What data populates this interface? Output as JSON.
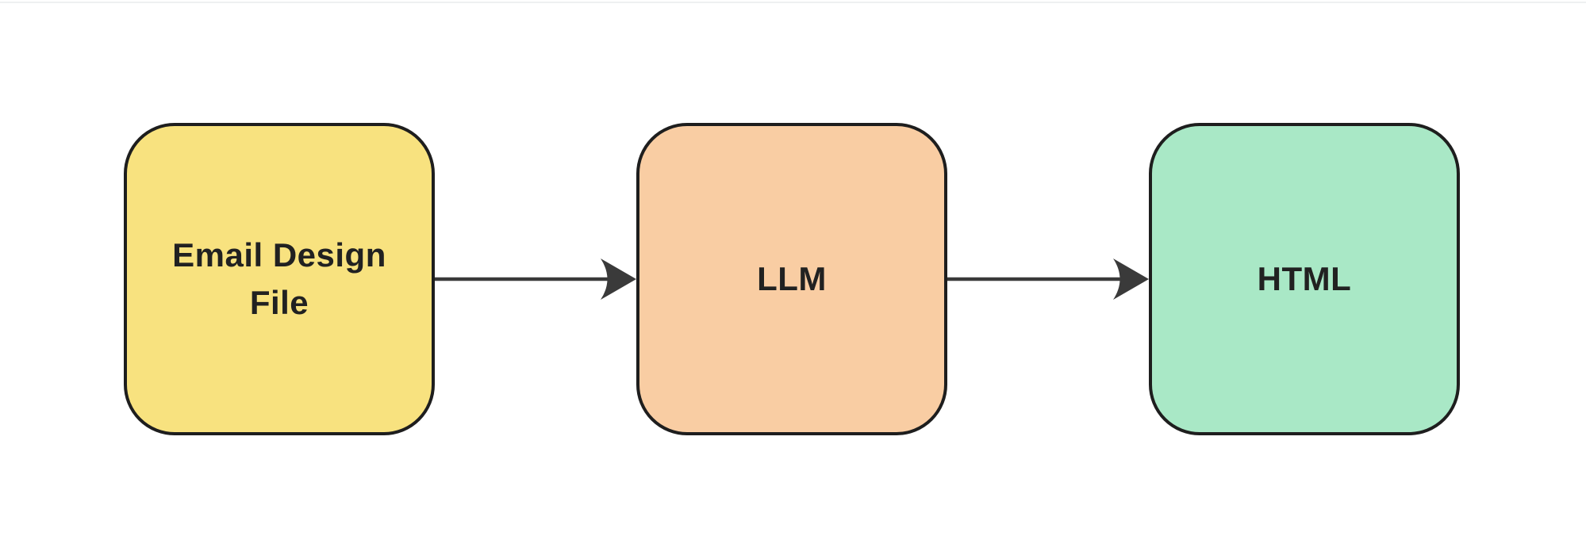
{
  "diagram": {
    "type": "flowchart",
    "direction": "left-to-right",
    "nodes": [
      {
        "id": "email-design-file",
        "label": "Email Design\nFile",
        "fill": "#F8E27F"
      },
      {
        "id": "llm",
        "label": "LLM",
        "fill": "#F9CDA3"
      },
      {
        "id": "html",
        "label": "HTML",
        "fill": "#A9E8C6"
      }
    ],
    "edges": [
      {
        "from": "email-design-file",
        "to": "llm"
      },
      {
        "from": "llm",
        "to": "html"
      }
    ]
  },
  "colors": {
    "background": "#FFFFFF",
    "node_border": "#1E1E1E",
    "node_text": "#212121",
    "arrow": "#3A3A3A"
  }
}
